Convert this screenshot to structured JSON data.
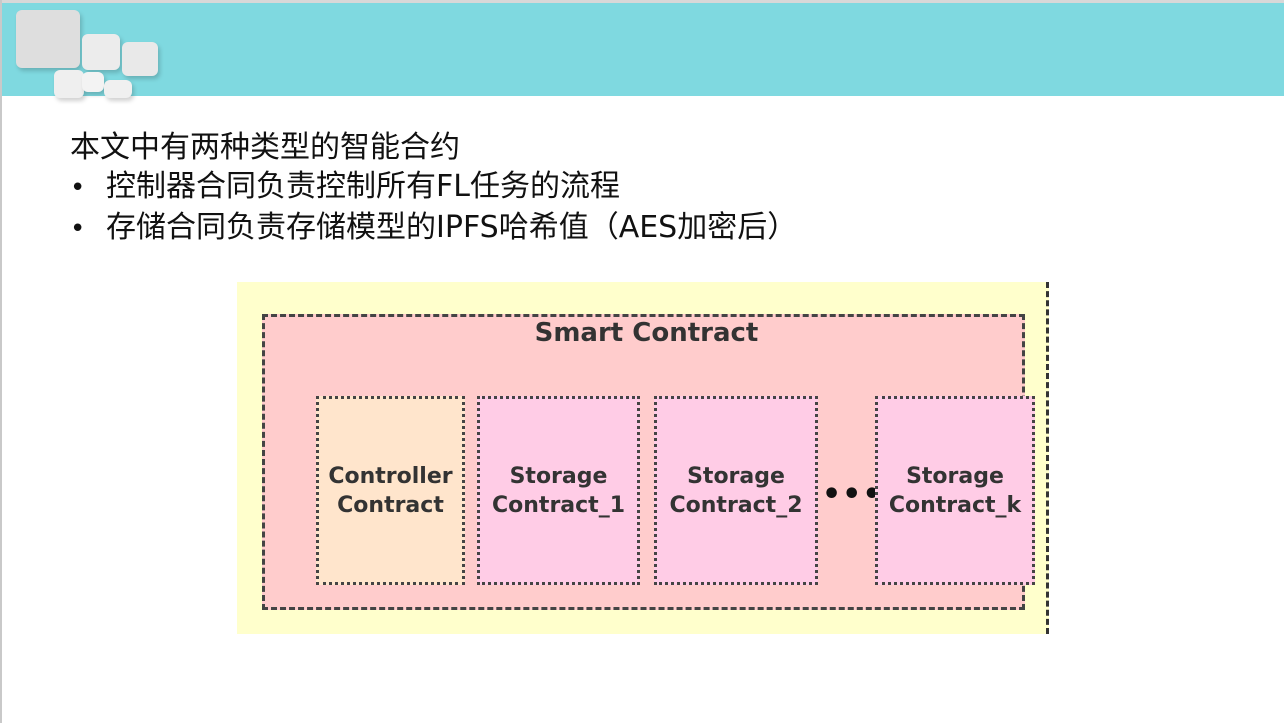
{
  "slide": {
    "intro": "本文中有两种类型的智能合约",
    "bullets": [
      "控制器合同负责控制所有FL任务的流程",
      "存储合同负责存储模型的IPFS哈希值（AES加密后）"
    ],
    "bullet_symbol": "•"
  },
  "diagram": {
    "title": "Smart Contract",
    "contracts": [
      {
        "line1": "Controller",
        "line2": "Contract"
      },
      {
        "line1": "Storage",
        "line2": "Contract_1"
      },
      {
        "line1": "Storage",
        "line2": "Contract_2"
      },
      {
        "line1": "Storage",
        "line2": "Contract_k"
      }
    ],
    "ellipsis": "•••"
  },
  "colors": {
    "header": "#7fd9e0",
    "outer_background": "#ffffcc",
    "smart_contract_fill": "#ffcccc",
    "controller_fill": "#ffe5cc",
    "storage_fill": "#ffcce6"
  }
}
